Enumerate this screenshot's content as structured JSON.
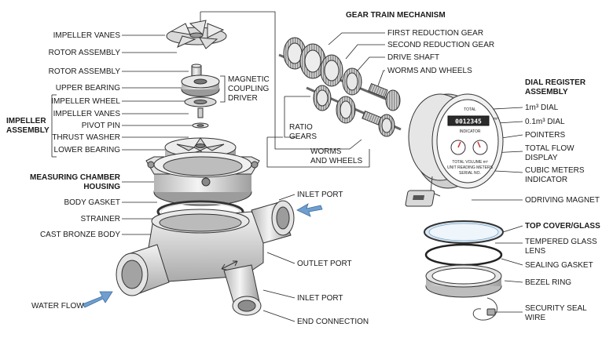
{
  "colors": {
    "metal_light": "#f2f2f2",
    "metal_mid": "#c9c9c9",
    "metal_dark": "#8a8a8a",
    "outline": "#333333",
    "arrow_blue": "#6f9fd0",
    "dial_red": "#c8322d",
    "glass_blue": "#dceaf5",
    "odometer_bg": "#2a2a2a"
  },
  "labels": {
    "impeller_vanes_top": "IMPELLER VANES",
    "rotor_assembly_1": "ROTOR ASSEMBLY",
    "rotor_assembly_2": "ROTOR ASSEMBLY",
    "upper_bearing": "UPPER BEARING",
    "impeller_wheel": "IMPELLER WHEEL",
    "impeller_vanes_mid": "IMPELLER VANES",
    "pivot_pin": "PIVOT PIN",
    "thrust_washer": "THRUST WASHER",
    "lower_bearing": "LOWER BEARING",
    "magnetic_coupling_1": "MAGNETIC",
    "magnetic_coupling_2": "COUPLING",
    "magnetic_coupling_3": "DRIVER",
    "impeller_assembly_1": "IMPELLER",
    "impeller_assembly_2": "ASSEMBLY",
    "measuring_chamber_1": "MEASURING CHAMBER",
    "measuring_chamber_2": "HOUSING",
    "body_gasket": "BODY GASKET",
    "strainer": "STRAINER",
    "cast_bronze_body": "CAST BRONZE BODY",
    "water_flow": "WATER FLOW",
    "gear_train_title": "GEAR TRAIN MECHANISM",
    "first_reduction_gear": "FIRST REDUCTION GEAR",
    "second_reduction_gear": "SECOND REDUCTION GEAR",
    "drive_shaft": "DRIVE SHAFT",
    "worms_wheels_top": "WORMS AND WHEELS",
    "ratio_gears_1": "RATIO",
    "ratio_gears_2": "GEARS",
    "worms_wheels_bottom_1": "WORMS",
    "worms_wheels_bottom_2": "AND WHEELS",
    "inlet_port_top": "INLET PORT",
    "outlet_port": "OUTLET PORT",
    "inlet_port_bottom": "INLET PORT",
    "end_connection": "END CONNECTION",
    "dial_register_1": "DIAL REGISTER",
    "dial_register_2": "ASSEMBLY",
    "dial_1m3": "1m³ DIAL",
    "dial_01m3": "0.1m³ DIAL",
    "pointers": "POINTERS",
    "total_flow_1": "TOTAL FLOW",
    "total_flow_2": "DISPLAY",
    "cubic_meters_1": "CUBIC METERS",
    "cubic_meters_2": "INDICATOR",
    "driving_magnet": "ODRIVING MAGNET",
    "top_cover": "TOP COVER/GLASS",
    "tempered_glass_1": "TEMPERED GLASS",
    "tempered_glass_2": "LENS",
    "sealing_gasket": "SEALING GASKET",
    "bezel_ring": "BEZEL RING",
    "security_seal_1": "SECURITY SEAL",
    "security_seal_2": "WIRE"
  },
  "dial_face": {
    "total": "TOTAL",
    "odometer": "0012345",
    "unit": "m³",
    "indicator": "INDICATOR",
    "volume": "TOTAL VOLUME m³",
    "unit_reading": "UNIT READING METERS",
    "serial": "SERIAL NO."
  }
}
